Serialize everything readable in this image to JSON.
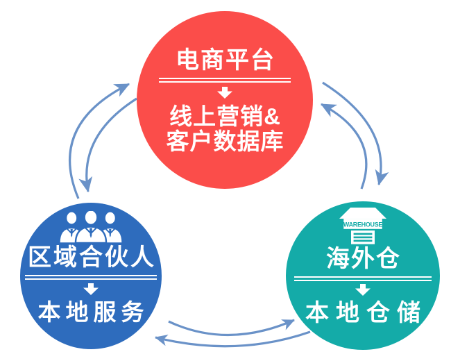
{
  "nodes": {
    "ecommerce": {
      "title": "电商平台",
      "line1": "线上营销&",
      "line2": "客户数据库",
      "color": "#fb4d4a"
    },
    "partners": {
      "title": "区域合伙人",
      "detail": "本地服务",
      "color": "#2e6cbd",
      "icon": "team-icon"
    },
    "overseas": {
      "title": "海外仓",
      "detail": "本地仓储",
      "color": "#14aba8",
      "icon": "warehouse-icon",
      "icon_label": "WAREHOUSE"
    }
  },
  "arrows": {
    "color": "#6a92c8",
    "style": "bidirectional-curved",
    "pairs": [
      [
        "区域合伙人",
        "电商平台"
      ],
      [
        "电商平台",
        "海外仓"
      ],
      [
        "区域合伙人",
        "海外仓"
      ]
    ]
  }
}
